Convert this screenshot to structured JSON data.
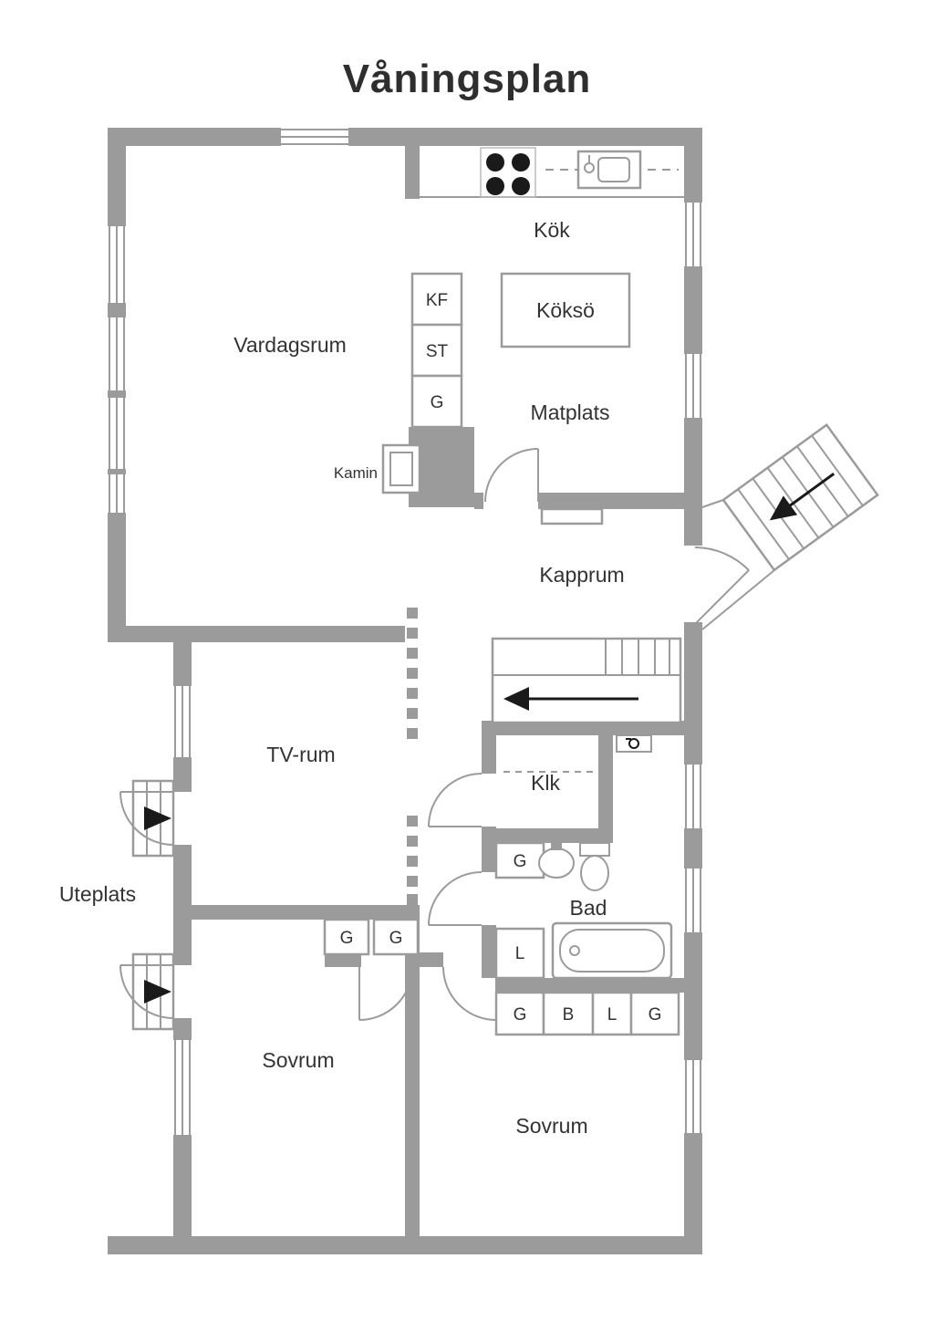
{
  "title": "Våningsplan",
  "rooms": {
    "vardagsrum": "Vardagsrum",
    "kok": "Kök",
    "matplats": "Matplats",
    "kapprum": "Kapprum",
    "tv_rum": "TV-rum",
    "klk": "Klk",
    "bad": "Bad",
    "sovrum_left": "Sovrum",
    "sovrum_right": "Sovrum",
    "uteplats": "Uteplats"
  },
  "features": {
    "kokso": "Köksö",
    "kamin": "Kamin"
  },
  "storage": {
    "kf": "KF",
    "st": "ST",
    "g_kitchen": "G",
    "g_bad": "G",
    "l_bad": "L",
    "g_hall_1": "G",
    "g_hall_2": "G",
    "closet_row": [
      "G",
      "B",
      "L",
      "G"
    ]
  },
  "colors": {
    "wall": "#9b9b9b",
    "label": "#333333",
    "accent_black": "#1a1a1a"
  }
}
